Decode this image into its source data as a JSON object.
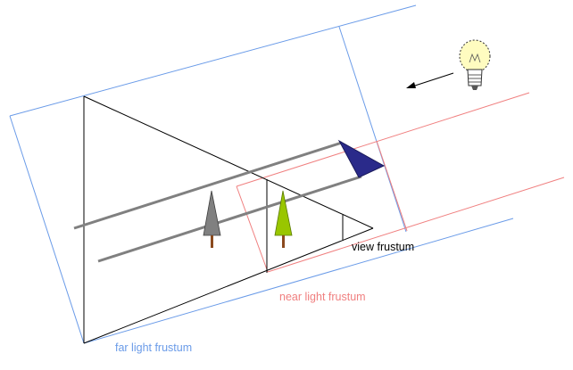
{
  "labels": {
    "view_frustum": "view frustum",
    "near_light_frustum": "near light frustum",
    "far_light_frustum": "far light frustum"
  },
  "icons": {
    "light": "light-bulb-icon",
    "light_direction": "arrow-icon",
    "camera": "camera-icon",
    "trees": "tree-icon"
  },
  "colors": {
    "background": "#ffffff",
    "view_frustum": "#000000",
    "near_light_frustum": "#f08080",
    "far_light_frustum": "#6a9be8",
    "ray": "#808080",
    "camera": "#2a2a8a",
    "tree_far": "#808080",
    "tree_near": "#99c600",
    "trunk": "#8b4a1e",
    "bulb": "#fffcc0"
  }
}
